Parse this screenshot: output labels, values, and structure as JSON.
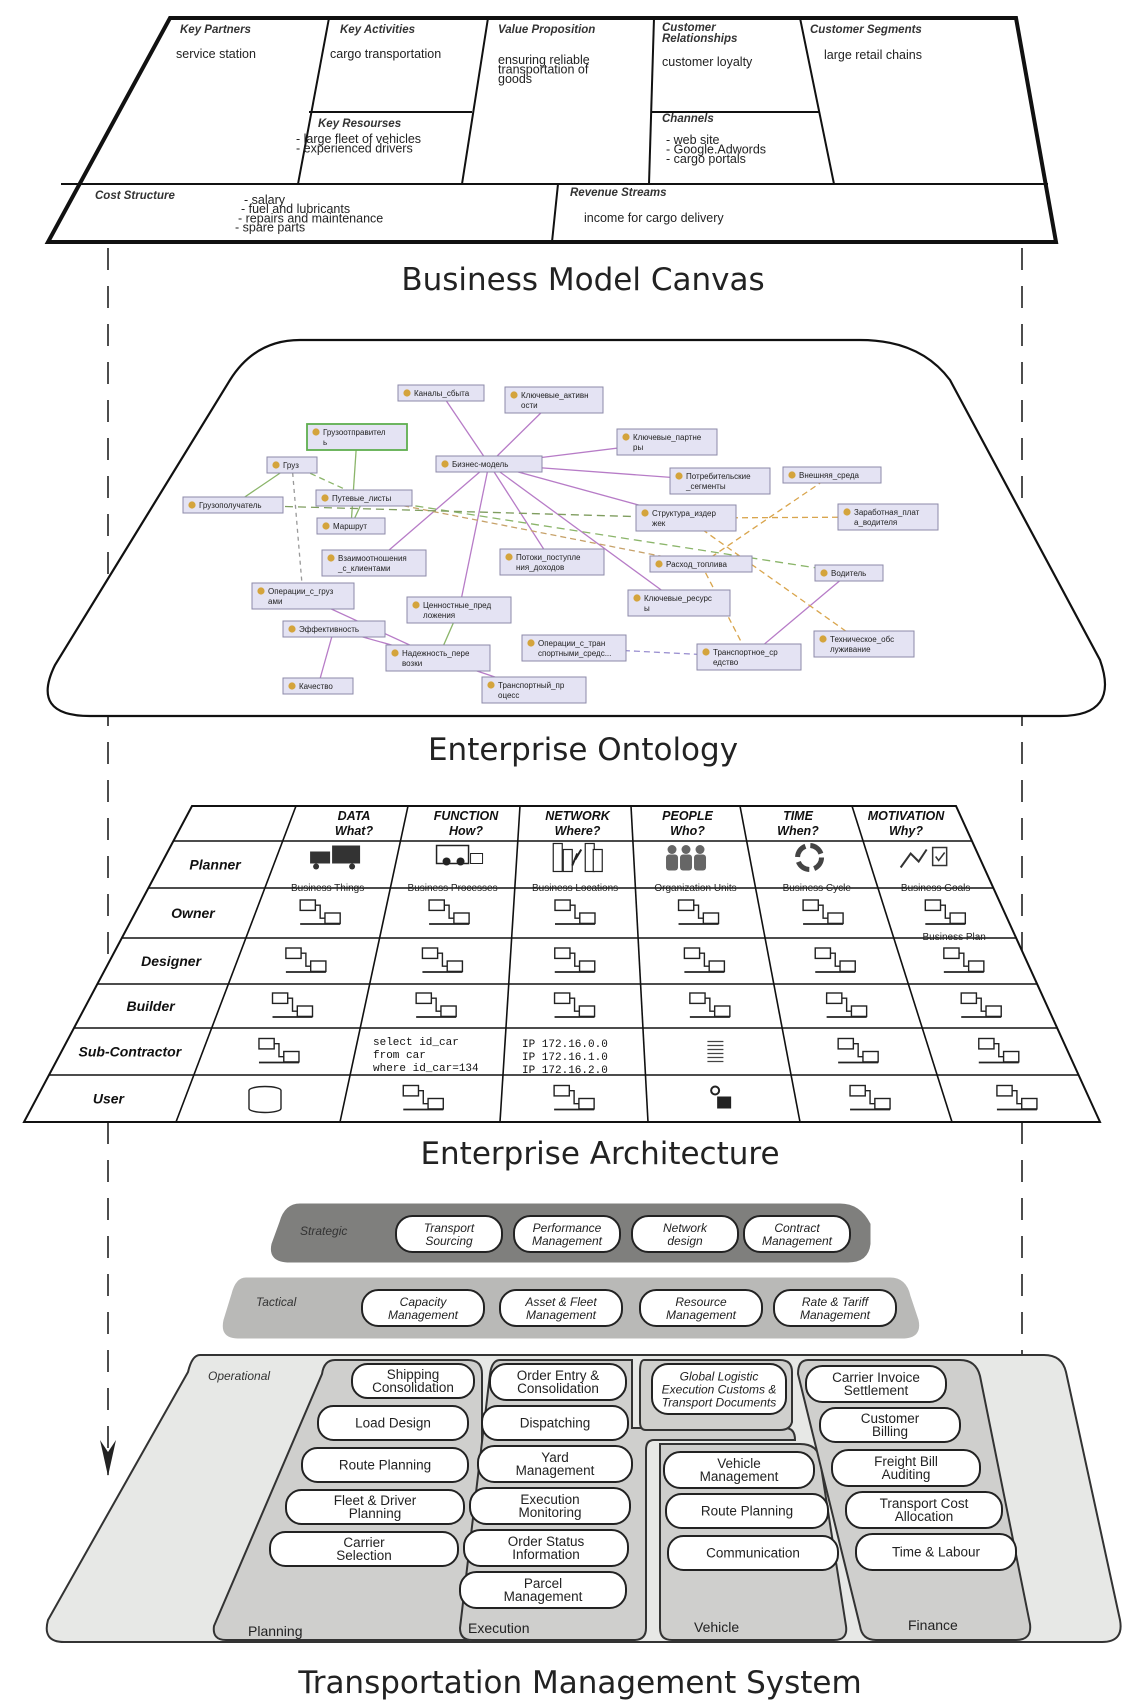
{
  "captions": {
    "bmc": "Business Model Canvas",
    "ontology": "Enterprise Ontology",
    "ea": "Enterprise Architecture",
    "tms": "Transportation Management System"
  },
  "bmc": {
    "key_partners": {
      "title": "Key Partners",
      "lines": [
        "service station"
      ]
    },
    "key_activities": {
      "title": "Key Activities",
      "lines": [
        "cargo transportation"
      ]
    },
    "value_proposition": {
      "title": "Value Proposition",
      "lines": [
        "ensuring reliable",
        "transportation of",
        "goods"
      ]
    },
    "customer_relationships": {
      "title_lines": [
        "Customer",
        "Relationships"
      ],
      "lines": [
        "customer loyalty"
      ]
    },
    "customer_segments": {
      "title": "Customer Segments",
      "lines": [
        "large retail chains"
      ]
    },
    "key_resources": {
      "title": "Key Resourses",
      "lines": [
        "- large fleet of vehicles",
        "- experienced drivers"
      ]
    },
    "channels": {
      "title": "Channels",
      "lines": [
        "- web site",
        "- Google.Adwords",
        "- cargo portals"
      ]
    },
    "cost_structure": {
      "title": "Cost Structure",
      "lines": [
        "- salary",
        "- fuel and lubricants",
        "- repairs and maintenance",
        "- spare parts"
      ]
    },
    "revenue_streams": {
      "title": "Revenue Streams",
      "lines": [
        "income for cargo delivery"
      ]
    }
  },
  "ontology": {
    "nodes": [
      {
        "id": "kanaly",
        "lines": [
          "Каналы_сбыта"
        ]
      },
      {
        "id": "kl_aktiv",
        "lines": [
          "Ключевые_активн",
          "ости"
        ]
      },
      {
        "id": "gruzootpr",
        "lines": [
          "Грузоотправител",
          "ь"
        ]
      },
      {
        "id": "kl_partn",
        "lines": [
          "Ключевые_партне",
          "ры"
        ]
      },
      {
        "id": "gruz",
        "lines": [
          "Груз"
        ]
      },
      {
        "id": "biznes",
        "lines": [
          "Бизнес-модель"
        ]
      },
      {
        "id": "potreb",
        "lines": [
          "Потребительские",
          "_сегменты"
        ]
      },
      {
        "id": "vneshn",
        "lines": [
          "Внешняя_среда"
        ]
      },
      {
        "id": "gruzopol",
        "lines": [
          "Грузополучатель"
        ]
      },
      {
        "id": "putevye",
        "lines": [
          "Путевые_листы"
        ]
      },
      {
        "id": "struktura",
        "lines": [
          "Структура_издер",
          "жек"
        ]
      },
      {
        "id": "zarplata",
        "lines": [
          "Заработная_плат",
          "а_водителя"
        ]
      },
      {
        "id": "marshrut",
        "lines": [
          "Маршрут"
        ]
      },
      {
        "id": "vzaimo",
        "lines": [
          "Взаимоотношения",
          "_с_клиентами"
        ]
      },
      {
        "id": "potoki",
        "lines": [
          "Потоки_поступле",
          "ния_доходов"
        ]
      },
      {
        "id": "rashod",
        "lines": [
          "Расход_топлива"
        ]
      },
      {
        "id": "voditel",
        "lines": [
          "Водитель"
        ]
      },
      {
        "id": "operacii",
        "lines": [
          "Операции_с_груз",
          "ами"
        ]
      },
      {
        "id": "cennost",
        "lines": [
          "Ценностные_пред",
          "ложения"
        ]
      },
      {
        "id": "kl_resursy",
        "lines": [
          "Ключевые_ресурс",
          "ы"
        ]
      },
      {
        "id": "effekt",
        "lines": [
          "Эффективность"
        ]
      },
      {
        "id": "tehnich",
        "lines": [
          "Техническое_обс",
          "луживание"
        ]
      },
      {
        "id": "oper_trans",
        "lines": [
          "Операции_с_тран",
          "спортными_средс..."
        ]
      },
      {
        "id": "nadezh",
        "lines": [
          "Надежность_пере",
          "возки"
        ]
      },
      {
        "id": "transp_sr",
        "lines": [
          "Транспортное_ср",
          "едство"
        ]
      },
      {
        "id": "kachestvo",
        "lines": [
          "Качество"
        ]
      },
      {
        "id": "transp_pr",
        "lines": [
          "Транспортный_пр",
          "оцесс"
        ]
      }
    ]
  },
  "ea": {
    "columns": [
      {
        "title": "DATA",
        "sub": "What?"
      },
      {
        "title": "FUNCTION",
        "sub": "How?"
      },
      {
        "title": "NETWORK",
        "sub": "Where?"
      },
      {
        "title": "PEOPLE",
        "sub": "Who?"
      },
      {
        "title": "TIME",
        "sub": "When?"
      },
      {
        "title": "MOTIVATION",
        "sub": "Why?"
      }
    ],
    "rows": [
      "Planner",
      "Owner",
      "Designer",
      "Builder",
      "Sub-Contractor",
      "User"
    ],
    "planner_captions": [
      "Business Things",
      "Business Processes",
      "Business Locations",
      "Organization Units",
      "Business Cycle",
      "Business Goals"
    ],
    "owner_motivation_caption": "Business Plan",
    "sql_lines": [
      "select id_car",
      "from car",
      "where id_car=134"
    ],
    "ip_lines": [
      "IP 172.16.0.0",
      "IP 172.16.1.0",
      "IP 172.16.2.0"
    ]
  },
  "tms": {
    "strategic": {
      "label": "Strategic",
      "items": [
        [
          "Transport",
          "Sourcing"
        ],
        [
          "Performance",
          "Management"
        ],
        [
          "Network",
          "design"
        ],
        [
          "Contract",
          "Management"
        ]
      ]
    },
    "tactical": {
      "label": "Tactical",
      "items": [
        [
          "Capacity",
          "Management"
        ],
        [
          "Asset & Fleet",
          "Management"
        ],
        [
          "Resource",
          "Management"
        ],
        [
          "Rate & Tariff",
          "Management"
        ]
      ]
    },
    "operational": {
      "label": "Operational"
    },
    "planning": {
      "label": "Planning",
      "items": [
        [
          "Shipping",
          "Consolidation"
        ],
        [
          "Load Design"
        ],
        [
          "Route Planning"
        ],
        [
          "Fleet & Driver",
          "Planning"
        ],
        [
          "Carrier",
          "Selection"
        ]
      ]
    },
    "execution": {
      "label": "Execution",
      "items": [
        [
          "Order Entry &",
          "Consolidation"
        ],
        [
          "Dispatching"
        ],
        [
          "Yard",
          "Management"
        ],
        [
          "Execution",
          "Monitoring"
        ],
        [
          "Order Status",
          "Information"
        ],
        [
          "Parcel",
          "Management"
        ]
      ]
    },
    "global": {
      "lines": [
        "Global Logistic",
        "Execution Customs &",
        "Transport Documents"
      ]
    },
    "vehicle": {
      "label": "Vehicle",
      "items": [
        [
          "Vehicle",
          "Management"
        ],
        [
          "Route Planning"
        ],
        [
          "Communication"
        ]
      ]
    },
    "finance": {
      "label": "Finance",
      "items": [
        [
          "Carrier Invoice",
          "Settlement"
        ],
        [
          "Customer",
          "Billing"
        ],
        [
          "Freight Bill",
          "Auditing"
        ],
        [
          "Transport Cost",
          "Allocation"
        ],
        [
          "Time & Labour"
        ]
      ]
    }
  }
}
